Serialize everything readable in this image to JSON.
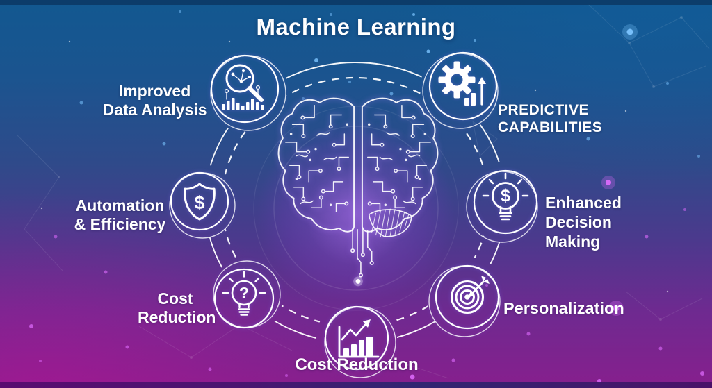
{
  "title": "Machine Learning",
  "center": {
    "figure": "circuit-brain"
  },
  "nodes": [
    {
      "id": "improved-data-analysis",
      "icon": "magnifier-bar-chart-icon",
      "label_lines": [
        "Improved",
        "Data Analysis"
      ]
    },
    {
      "id": "predictive-capabilities",
      "icon": "gear-growth-chart-icon",
      "label_lines": [
        "PREDICTIVE",
        "CAPABILITIES"
      ]
    },
    {
      "id": "automation-efficiency",
      "icon": "shield-dollar-icon",
      "label_lines": [
        "Automation",
        "& Efficiency"
      ]
    },
    {
      "id": "enhanced-decision-making",
      "icon": "lightbulb-dollar-icon",
      "label_lines": [
        "Enhanced",
        "Decision",
        "Making"
      ]
    },
    {
      "id": "cost-reduction-left",
      "icon": "lightbulb-question-icon",
      "label_lines": [
        "Cost",
        "Reduction"
      ]
    },
    {
      "id": "personalization",
      "icon": "target-dart-icon",
      "label_lines": [
        "Personalization"
      ]
    },
    {
      "id": "cost-reduction-bottom",
      "icon": "growth-bars-icon",
      "label_lines": [
        "Cost Reduction"
      ]
    }
  ],
  "colors": {
    "background_top": "#125890",
    "background_bottom": "#871F8D",
    "line_white": "#FFFFFF",
    "glow_purple": "#9658D8",
    "particle_blue": "#7CC4FF",
    "particle_magenta": "#E06CFF"
  }
}
